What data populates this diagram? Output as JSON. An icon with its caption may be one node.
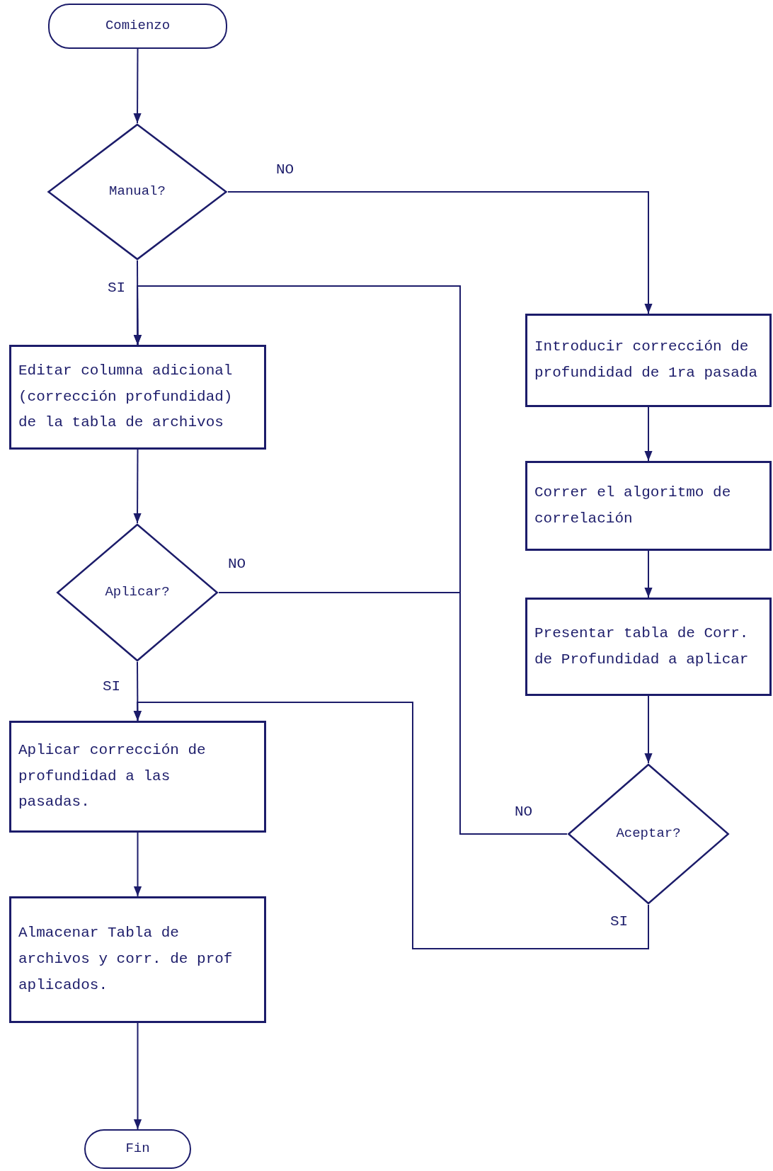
{
  "diagram": {
    "nodes": [
      {
        "text": [
          "Comienzo"
        ]
      },
      {
        "text": [
          "Manual?"
        ]
      },
      {
        "text": [
          "Editar columna adicional (corrección profundidad) de la tabla de archivos"
        ]
      },
      {
        "text": [
          "Aplicar?"
        ]
      },
      {
        "text": [
          "Aplicar corrección de profundidad a las pasadas."
        ]
      },
      {
        "text": [
          "Almacenar Tabla de archivos y corr. de prof aplicados."
        ]
      },
      {
        "text": [
          "Fin"
        ]
      },
      {
        "text": [
          "Introducir corrección de profundidad de 1ra pasada"
        ]
      },
      {
        "text": [
          "Correr el algoritmo de correlación"
        ]
      },
      {
        "text": [
          "Presentar tabla de Corr. de Profundidad a aplicar"
        ]
      },
      {
        "text": [
          "Aceptar?"
        ]
      }
    ],
    "edges": [
      {
        "from": 0,
        "to": 1,
        "arrow": "to"
      },
      {
        "from": 1,
        "to": 2,
        "arrow": "to",
        "label": "SI"
      },
      {
        "from": 1,
        "to": 7,
        "arrow": "to",
        "label": "NO"
      },
      {
        "from": 2,
        "to": 3,
        "arrow": "to"
      },
      {
        "from": 3,
        "to": 2,
        "arrow": "to",
        "label": "NO"
      },
      {
        "from": 3,
        "to": 4,
        "arrow": "to",
        "label": "SI"
      },
      {
        "from": 4,
        "to": 5,
        "arrow": "to"
      },
      {
        "from": 5,
        "to": 6,
        "arrow": "to"
      },
      {
        "from": 7,
        "to": 8,
        "arrow": "to"
      },
      {
        "from": 8,
        "to": 9,
        "arrow": "to"
      },
      {
        "from": 9,
        "to": 10,
        "arrow": "to"
      },
      {
        "from": 10,
        "to": 2,
        "arrow": "to",
        "label": "NO"
      },
      {
        "from": 10,
        "to": 4,
        "arrow": "to",
        "label": "SI"
      }
    ]
  }
}
